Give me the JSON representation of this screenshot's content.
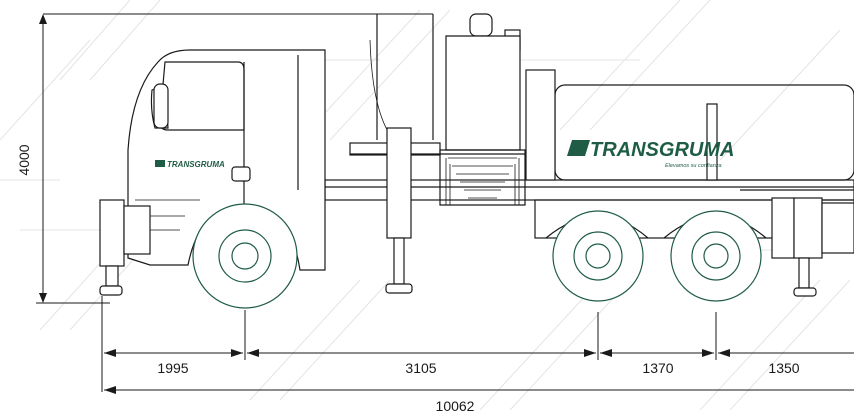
{
  "brand": {
    "name": "TRANSGRUMA",
    "slogan": "Elevamos su confianza",
    "color": "#1f5c45",
    "line_color": "#1a1a1a"
  },
  "dimensions": {
    "height": "4000",
    "front_overhang": "1995",
    "wheelbase": "3105",
    "tandem_spacing": "1370",
    "rear_overhang": "1350",
    "overall_length": "10062"
  }
}
